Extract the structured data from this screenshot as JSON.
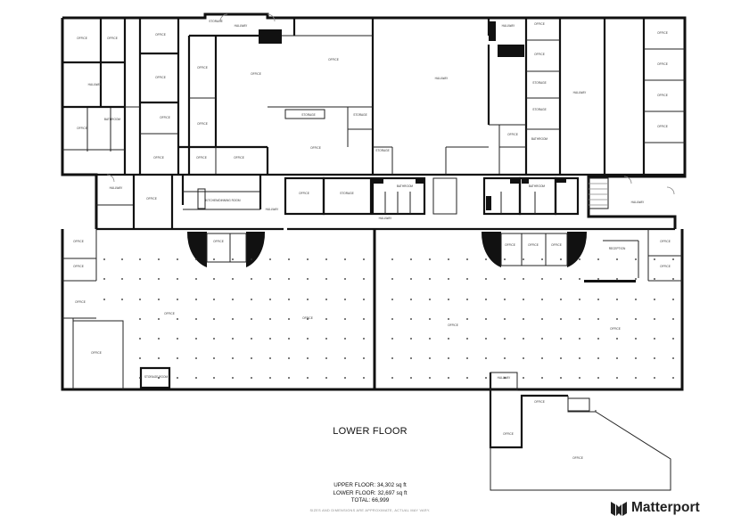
{
  "plan": {
    "title": "LOWER FLOOR",
    "area_lines": [
      "UPPER FLOOR: 34,302 sq ft",
      "LOWER FLOOR: 32,697 sq ft",
      "TOTAL: 66,999"
    ],
    "disclaimer": "SIZES AND DIMENSIONS ARE APPROXIMATE, ACTUAL MAY VARY.",
    "brand": "Matterport"
  },
  "rooms": {
    "office_top_left_a": "OFFICE",
    "office_top_left_b": "OFFICE",
    "office_top_left_c": "OFFICE",
    "hallway_left": "HALLWAY",
    "office_left_mid": "OFFICE",
    "office_left_low": "OFFICE",
    "bathroom_left": "BATHROOM",
    "office_mid_a": "OFFICE",
    "office_mid_b": "OFFICE",
    "office_mid_c": "OFFICE",
    "office_mid_d": "OFFICE",
    "office_mid_e": "OFFICE",
    "office_mid_f": "OFFICE",
    "storage_top": "STORAGE",
    "hallway_top": "HALLWAY",
    "storage_mid_a": "STORAGE",
    "storage_mid_b": "STORAGE",
    "office_big_a": "OFFICE",
    "office_big_b": "OFFICE",
    "office_big_c": "OFFICE",
    "hallway_center": "HALLWAY",
    "storage_center": "STORAGE",
    "hallway_right_a": "HALLWAY",
    "office_right_a": "OFFICE",
    "office_right_b": "OFFICE",
    "office_right_c": "OFFICE",
    "office_right_d": "OFFICE",
    "office_right_e": "OFFICE",
    "office_right_f": "OFFICE",
    "hallway_right_b": "HALLWAY",
    "storage_right_a": "STORAGE",
    "storage_right_b": "STORAGE",
    "bathroom_right_a": "BATHROOM",
    "bathroom_right_b": "BATHROOM",
    "bathroom_center": "BATHROOM",
    "office_mid_row": "OFFICE",
    "kitchen": "KITCHEN/DINNING ROOM",
    "hallway_corridor": "HALLWAY",
    "hallway_left_corr": "HALLWAY",
    "office_corridor": "OFFICE",
    "storage_corridor": "STORAGE",
    "office_corridor_b": "OFFICE",
    "hallway_right_corr": "HALLWAY",
    "hallway_long": "HALLWAY",
    "office_lower_a": "OFFICE",
    "office_lower_b": "OFFICE",
    "office_lower_c": "OFFICE",
    "office_lower_d": "OFFICE",
    "office_lower_e": "OFFICE",
    "office_lower_f": "OFFICE",
    "office_lower_g": "OFFICE",
    "office_lower_h": "OFFICE",
    "office_lower_i": "OFFICE",
    "office_lower_j": "OFFICE",
    "office_lower_k": "OFFICE",
    "office_lower_l": "OFFICE",
    "office_lower_m": "OFFICE",
    "office_lower_n": "OFFICE",
    "storage_lower": "STORAGE ROOM",
    "hallway_annex": "HALLWAY",
    "office_annex_a": "OFFICE",
    "office_annex_b": "OFFICE",
    "office_annex_c": "OFFICE",
    "reception": "RECEPTION"
  }
}
